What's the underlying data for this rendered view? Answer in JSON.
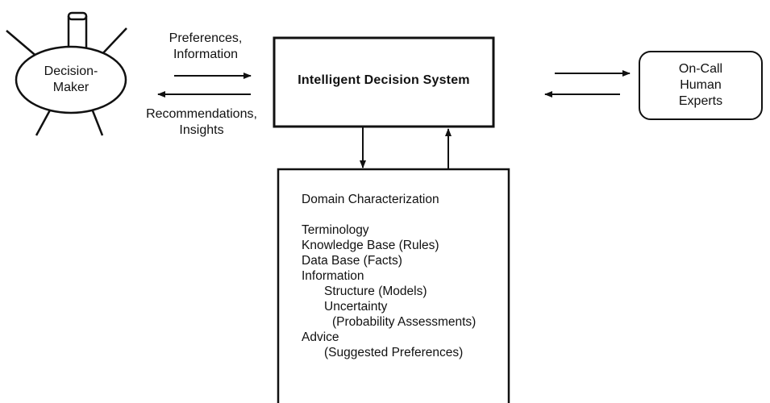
{
  "decision_maker": {
    "line1": "Decision-",
    "line2": "Maker"
  },
  "input_label": {
    "line1": "Preferences,",
    "line2": "Information"
  },
  "output_label": {
    "line1": "Recommendations,",
    "line2": "Insights"
  },
  "system": {
    "title": "Intelligent Decision System"
  },
  "experts": {
    "line1": "On-Call",
    "line2": "Human",
    "line3": "Experts"
  },
  "domain": {
    "heading": "Domain Characterization",
    "items": [
      "Terminology",
      "Knowledge Base (Rules)",
      "Data Base (Facts)",
      "Information",
      "Structure (Models)",
      "Uncertainty",
      "(Probability Assessments)",
      "Advice",
      "(Suggested Preferences)"
    ]
  },
  "colors": {
    "stroke": "#111111",
    "background": "#ffffff"
  }
}
